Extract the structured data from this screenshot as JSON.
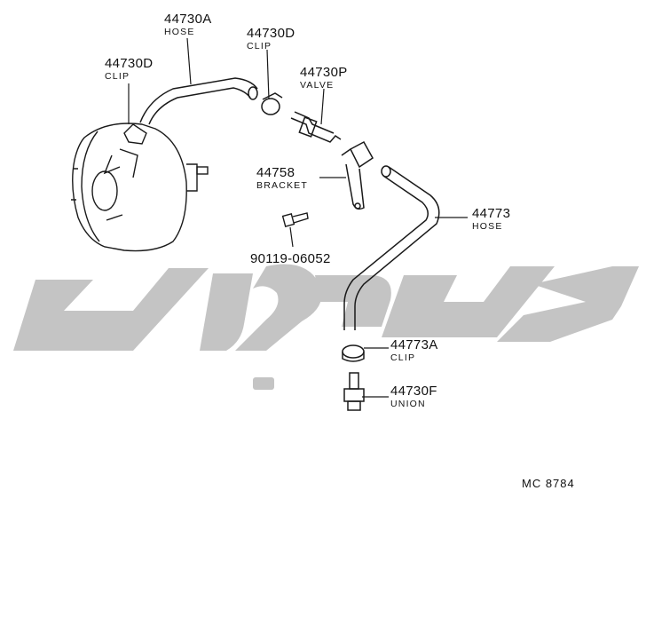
{
  "parts": [
    {
      "id": "hose-a",
      "number": "44730A",
      "name": "HOSE"
    },
    {
      "id": "clip-d-right",
      "number": "44730D",
      "name": "CLIP"
    },
    {
      "id": "clip-d-left",
      "number": "44730D",
      "name": "CLIP"
    },
    {
      "id": "valve-p",
      "number": "44730P",
      "name": "VALVE"
    },
    {
      "id": "bracket",
      "number": "44758",
      "name": "BRACKET"
    },
    {
      "id": "hose-773",
      "number": "44773",
      "name": "HOSE"
    },
    {
      "id": "bolt",
      "number": "90119-06052",
      "name": ""
    },
    {
      "id": "clip-a",
      "number": "44773A",
      "name": "CLIP"
    },
    {
      "id": "union-f",
      "number": "44730F",
      "name": "UNION"
    }
  ],
  "diagram_code": "MC  8784",
  "colors": {
    "line": "#1a1a1a",
    "watermark": "#c4c4c4",
    "background": "#ffffff"
  }
}
